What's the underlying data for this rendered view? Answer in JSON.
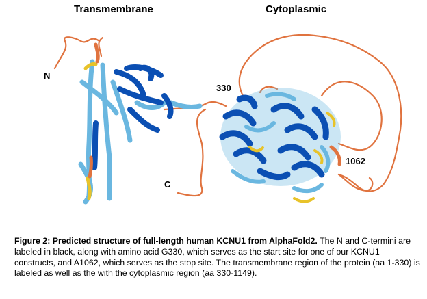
{
  "labels": {
    "transmembrane": "Transmembrane",
    "cytoplasmic": "Cytoplasmic",
    "n_terminus": "N",
    "c_terminus": "C",
    "residue_start": "330",
    "residue_stop": "1062"
  },
  "caption": {
    "title": "Figure 2: Predicted structure of full-length human KCNU1 from AlphaFold2.",
    "body": " The N and C-termini are labeled in black, along with amino acid G330, which serves as the start site for one of our KCNU1 constructs, and A1062, which serves as the stop site. The transmembrane region of the protein (aa 1-330) is labeled as well as the with the cytoplasmic region (aa 330-1149)."
  },
  "colors": {
    "very_high_confidence": "#0b4fb3",
    "confident": "#6ab7e0",
    "low_confidence": "#e8c32a",
    "very_low_confidence": "#e0733f"
  }
}
